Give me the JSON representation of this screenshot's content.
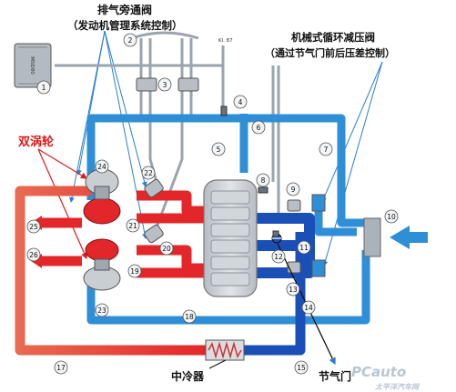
{
  "labels": {
    "bypass_valve_line1": "排气旁通阀",
    "bypass_valve_line2": "（发动机管理系统控制）",
    "mech_valve_line1": "机械式循环减压阀",
    "mech_valve_line2": "（通过节气门前后压差控制）",
    "twin_turbo": "双涡轮",
    "intercooler": "中冷器",
    "throttle": "节气门",
    "terminal": "Kl. 87",
    "ecu": "MSD80"
  },
  "callouts": [
    "1",
    "2",
    "3",
    "4",
    "5",
    "6",
    "7",
    "8",
    "9",
    "10",
    "11",
    "12",
    "13",
    "14",
    "15",
    "17",
    "18",
    "19",
    "20",
    "21",
    "22",
    "23",
    "24",
    "25",
    "26"
  ],
  "watermark": {
    "brand": "PCauto",
    "domain": "太平洋汽车网"
  },
  "colors": {
    "exhaust_hot": "#e3262a",
    "exhaust_warm": "#e86a50",
    "intake_cool": "#2f8fd6",
    "intake_dark": "#1a4fb8",
    "vacuum_line": "#9aa4ae",
    "engine_block": "#c8cdd2",
    "label_red": "#e01818",
    "callout_line": "#2a7fd1"
  }
}
